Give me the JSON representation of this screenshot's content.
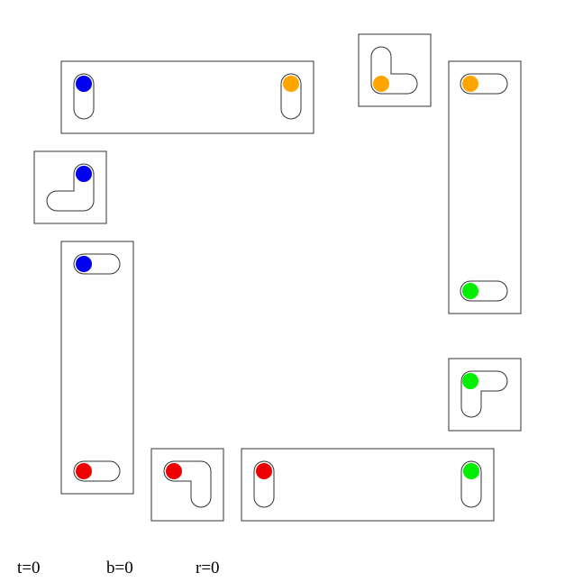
{
  "colors": {
    "blue": "#0000ee",
    "orange": "#ffa500",
    "green": "#00ee00",
    "red": "#ee0000"
  },
  "status": {
    "t": "t=0",
    "b": "b=0",
    "r": "r=0"
  }
}
